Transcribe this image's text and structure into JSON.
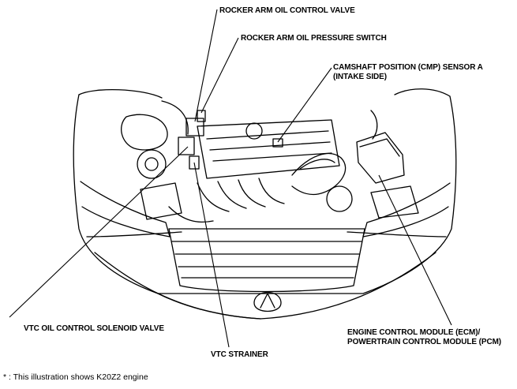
{
  "callouts": {
    "rocker_arm_oil_control_valve": "ROCKER ARM OIL CONTROL VALVE",
    "rocker_arm_oil_pressure_switch": "ROCKER ARM OIL PRESSURE SWITCH",
    "cmp_sensor_line1": "CAMSHAFT POSITION (CMP) SENSOR A",
    "cmp_sensor_line2": "(INTAKE SIDE)",
    "vtc_oil_control_solenoid_valve": "VTC OIL CONTROL SOLENOID VALVE",
    "vtc_strainer": "VTC STRAINER",
    "ecm_line1": "ENGINE CONTROL MODULE (ECM)/",
    "ecm_line2": "POWERTRAIN CONTROL MODULE (PCM)"
  },
  "footnote": "* : This illustration shows K20Z2 engine"
}
